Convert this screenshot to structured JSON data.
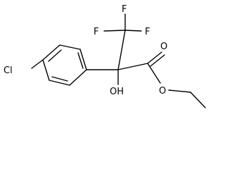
{
  "molecule": {
    "atoms": {
      "chlorine": "Cl",
      "fluorine_left": "F",
      "fluorine_top": "F",
      "fluorine_right": "F",
      "hydroxyl": "OH",
      "carbonyl_oxygen": "O",
      "ester_oxygen": "O"
    }
  },
  "colors": {
    "line": "#000000",
    "background": "#ffffff"
  }
}
